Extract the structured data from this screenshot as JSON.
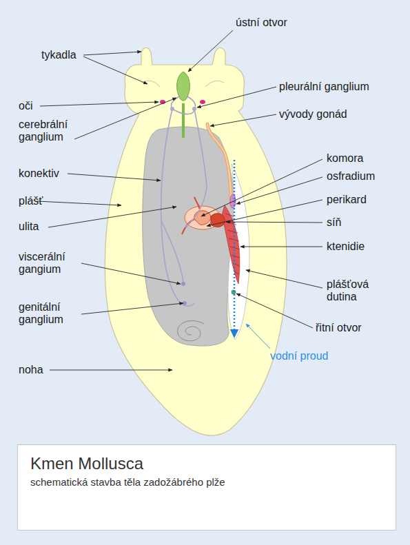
{
  "diagram": {
    "nodes": [
      {
        "text": [
          "Kmen Mollusca",
          "schematická stavba těla zadožábrého plže"
        ]
      }
    ],
    "labels": [
      "ústní otvor",
      "tykadla",
      "pleurální ganglium",
      "oči",
      "vývody gonád",
      "cerebrální ganglium",
      "konektiv",
      "komora",
      "osfradium",
      "plášť",
      "perikard",
      "ulita",
      "síň",
      "ktenidie",
      "viscerální gangium",
      "plášťová dutina",
      "genitální ganglium",
      "řitní otvor",
      "vodní proud",
      "noha"
    ]
  }
}
